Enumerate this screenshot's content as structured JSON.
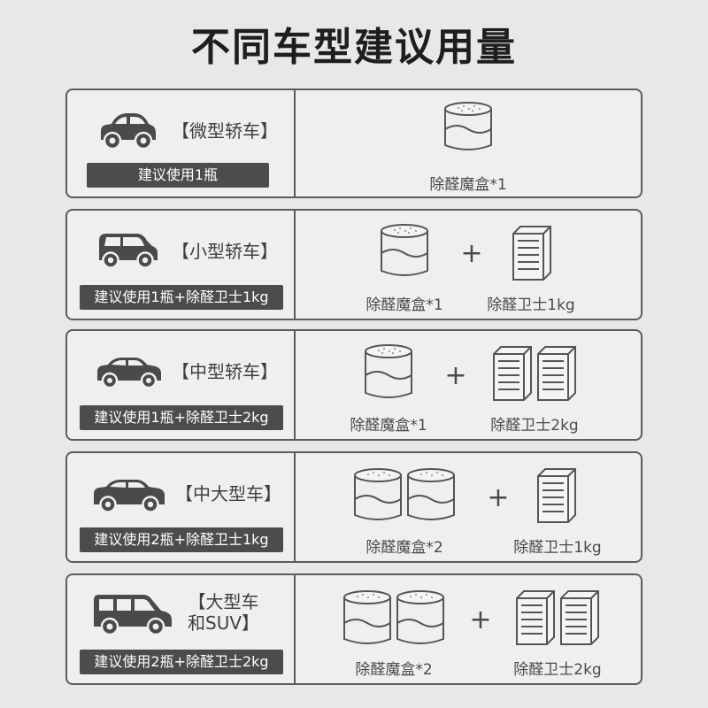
{
  "title": "不同车型建议用量",
  "rows": [
    {
      "car_label": "【微型轿车】",
      "recommendation": "建议使用1瓶",
      "products": [
        {
          "label": "除醛魔盒*1"
        }
      ]
    },
    {
      "car_label": "【小型轿车】",
      "recommendation": "建议使用1瓶+除醛卫士1kg",
      "plus": "+",
      "products": [
        {
          "label": "除醛魔盒*1"
        },
        {
          "label": "除醛卫士1kg"
        }
      ]
    },
    {
      "car_label": "【中型轿车】",
      "recommendation": "建议使用1瓶+除醛卫士2kg",
      "plus": "+",
      "products": [
        {
          "label": "除醛魔盒*1"
        },
        {
          "label": "除醛卫士2kg"
        }
      ]
    },
    {
      "car_label": "【中大型车】",
      "recommendation": "建议使用2瓶+除醛卫士1kg",
      "plus": "+",
      "products": [
        {
          "label": "除醛魔盒*2"
        },
        {
          "label": "除醛卫士1kg"
        }
      ]
    },
    {
      "car_label": "【大型车\n和SUV】",
      "recommendation": "建议使用2瓶+除醛卫士2kg",
      "plus": "+",
      "products": [
        {
          "label": "除醛魔盒*2"
        },
        {
          "label": "除醛卫士2kg"
        }
      ]
    }
  ],
  "icons": {
    "car": "car-icon",
    "box": "deodorizer-jar-icon",
    "guard": "purifier-crate-icon"
  },
  "colors": {
    "background": "#e7e8e8",
    "border": "#5c5c5c",
    "badge": "#4c4c4c",
    "badge_text": "#ffffff",
    "title": "#1e1e1e"
  }
}
